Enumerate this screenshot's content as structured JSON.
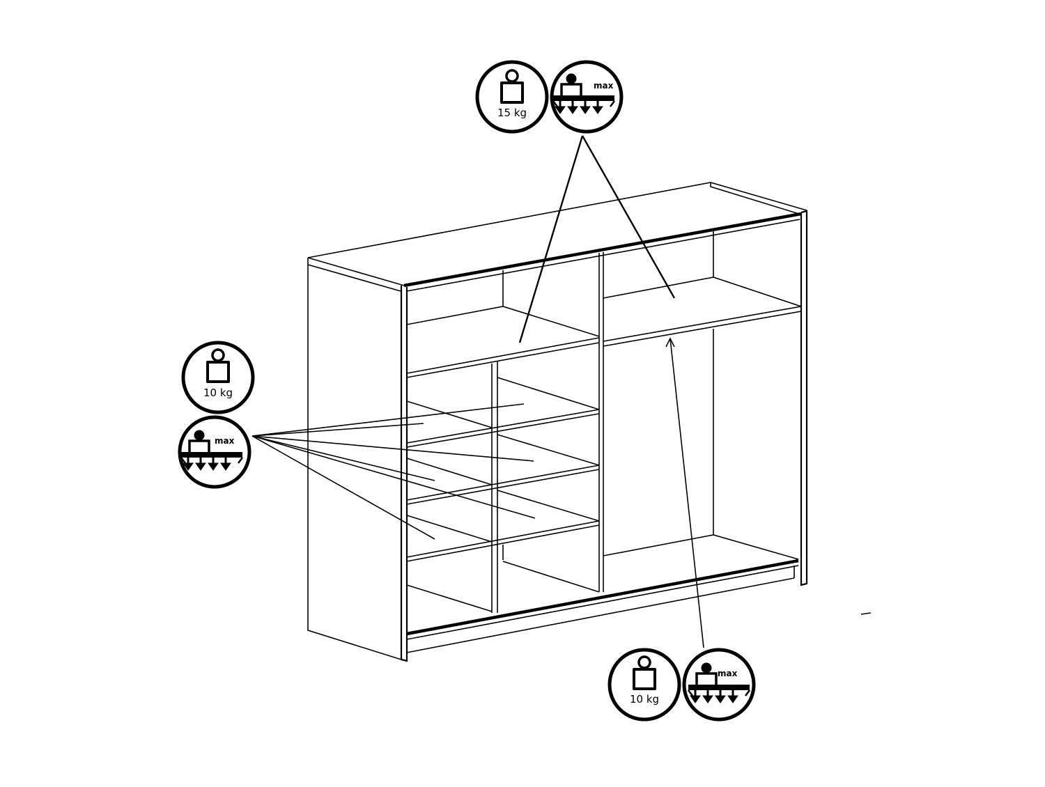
{
  "badges": {
    "top": {
      "weight": "15 kg",
      "max": "max"
    },
    "left": {
      "weight": "10 kg",
      "max": "max"
    },
    "bottom": {
      "weight": "10 kg",
      "max": "max"
    }
  },
  "colors": {
    "line": "#000000",
    "background": "#ffffff"
  },
  "icons": [
    "weight-icon",
    "max-load-distributed-icon"
  ]
}
